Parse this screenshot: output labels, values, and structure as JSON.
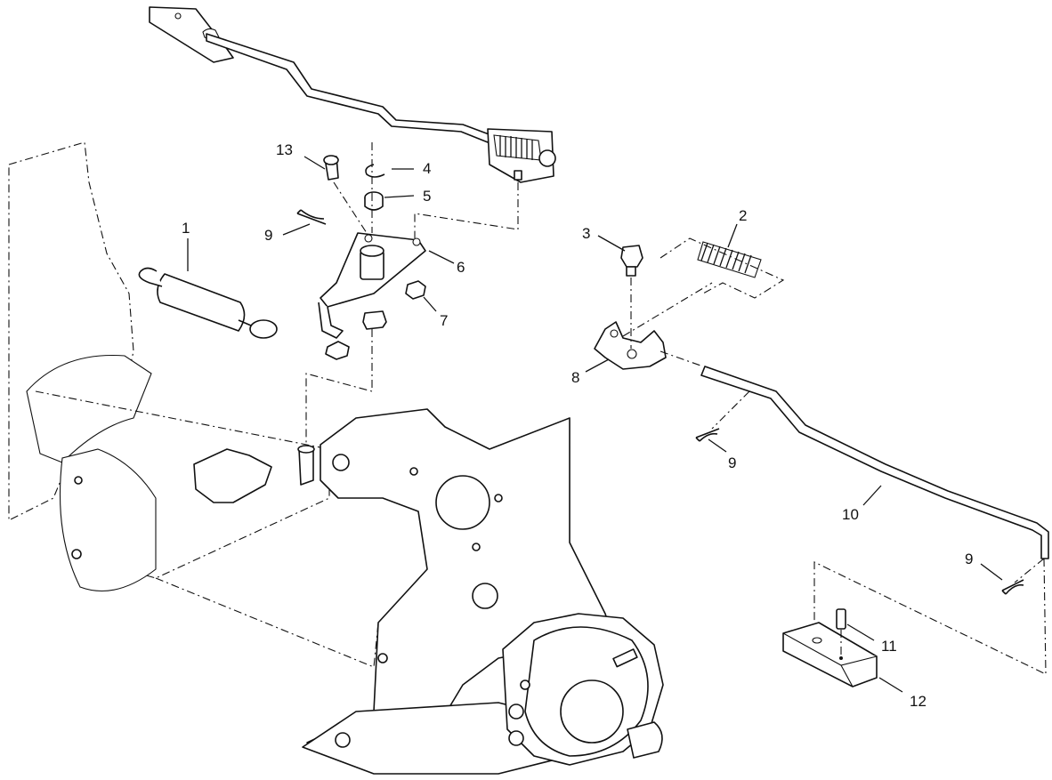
{
  "callouts": {
    "c1": "1",
    "c2": "2",
    "c3": "3",
    "c4": "4",
    "c5": "5",
    "c6": "6",
    "c7": "7",
    "c8": "8",
    "c9a": "9",
    "c9b": "9",
    "c9c": "9",
    "c10": "10",
    "c11": "11",
    "c12": "12",
    "c13": "13"
  }
}
